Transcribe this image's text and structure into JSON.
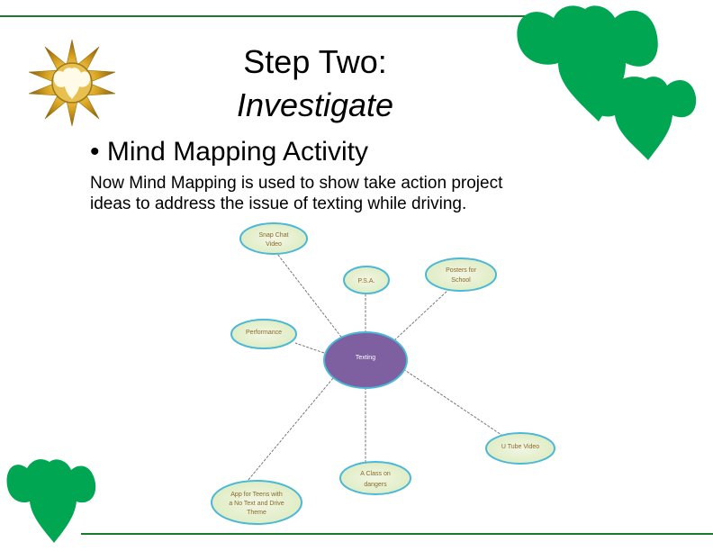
{
  "slide": {
    "title_line1": "Step Two:",
    "title_line2": "Investigate",
    "bullet": "• Mind Mapping Activity",
    "description": "Now Mind Mapping is used to show take action project ideas to address the issue of texting while driving."
  },
  "mind_map": {
    "center": "Texting",
    "nodes": [
      {
        "id": "snapchat",
        "lines": [
          "Snap Chat",
          "Video"
        ]
      },
      {
        "id": "psa",
        "lines": [
          "P.S.A."
        ]
      },
      {
        "id": "posters",
        "lines": [
          "Posters for",
          "School"
        ]
      },
      {
        "id": "performance",
        "lines": [
          "Performance"
        ]
      },
      {
        "id": "youtube",
        "lines": [
          "U Tube Video"
        ]
      },
      {
        "id": "class",
        "lines": [
          "A Class on",
          "dangers"
        ]
      },
      {
        "id": "app",
        "lines": [
          "App for Teens with",
          "a No Text and Drive",
          "Theme"
        ]
      }
    ]
  },
  "colors": {
    "brand_green": "#00a651",
    "center_fill": "#7e5fa0",
    "node_stroke": "#4bb8d8",
    "node_fill": "#e6f0d0"
  }
}
